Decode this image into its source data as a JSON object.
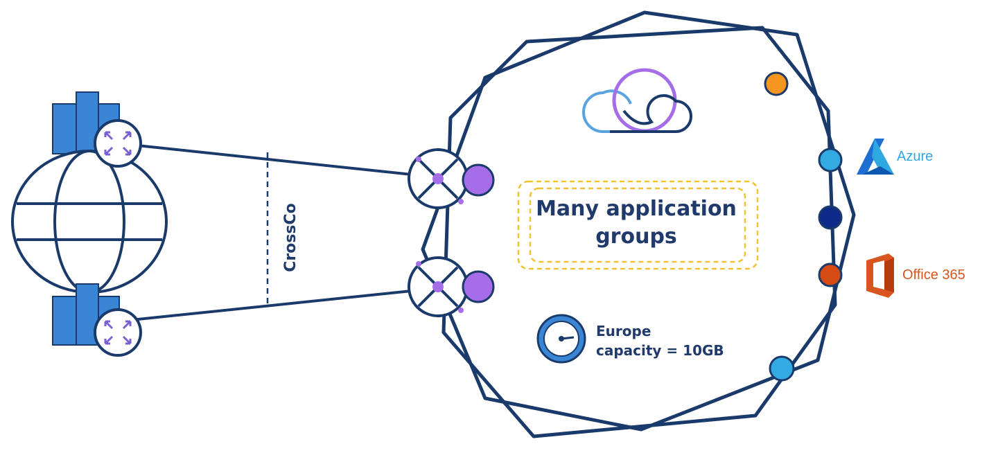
{
  "link_label": "CrossCo",
  "center_box": {
    "line1": "Many application",
    "line2": "groups"
  },
  "capacity": {
    "line1": "Europe",
    "line2": "capacity = 10GB"
  },
  "providers": [
    {
      "name": "Azure",
      "icon": "azure-logo-icon",
      "color": "#2fa7e0"
    },
    {
      "name": "Office 365",
      "icon": "office-365-logo-icon",
      "color": "#d8551f"
    }
  ],
  "colors": {
    "ring": "#1a3a6b",
    "router": "#3a86d4",
    "accent_purple": "#a56ee8",
    "dashed_box": "#f1c232",
    "node_orange": "#f5961e",
    "node_light_blue": "#34aae2",
    "node_navy": "#0d2a8a",
    "node_red": "#d64a13"
  }
}
